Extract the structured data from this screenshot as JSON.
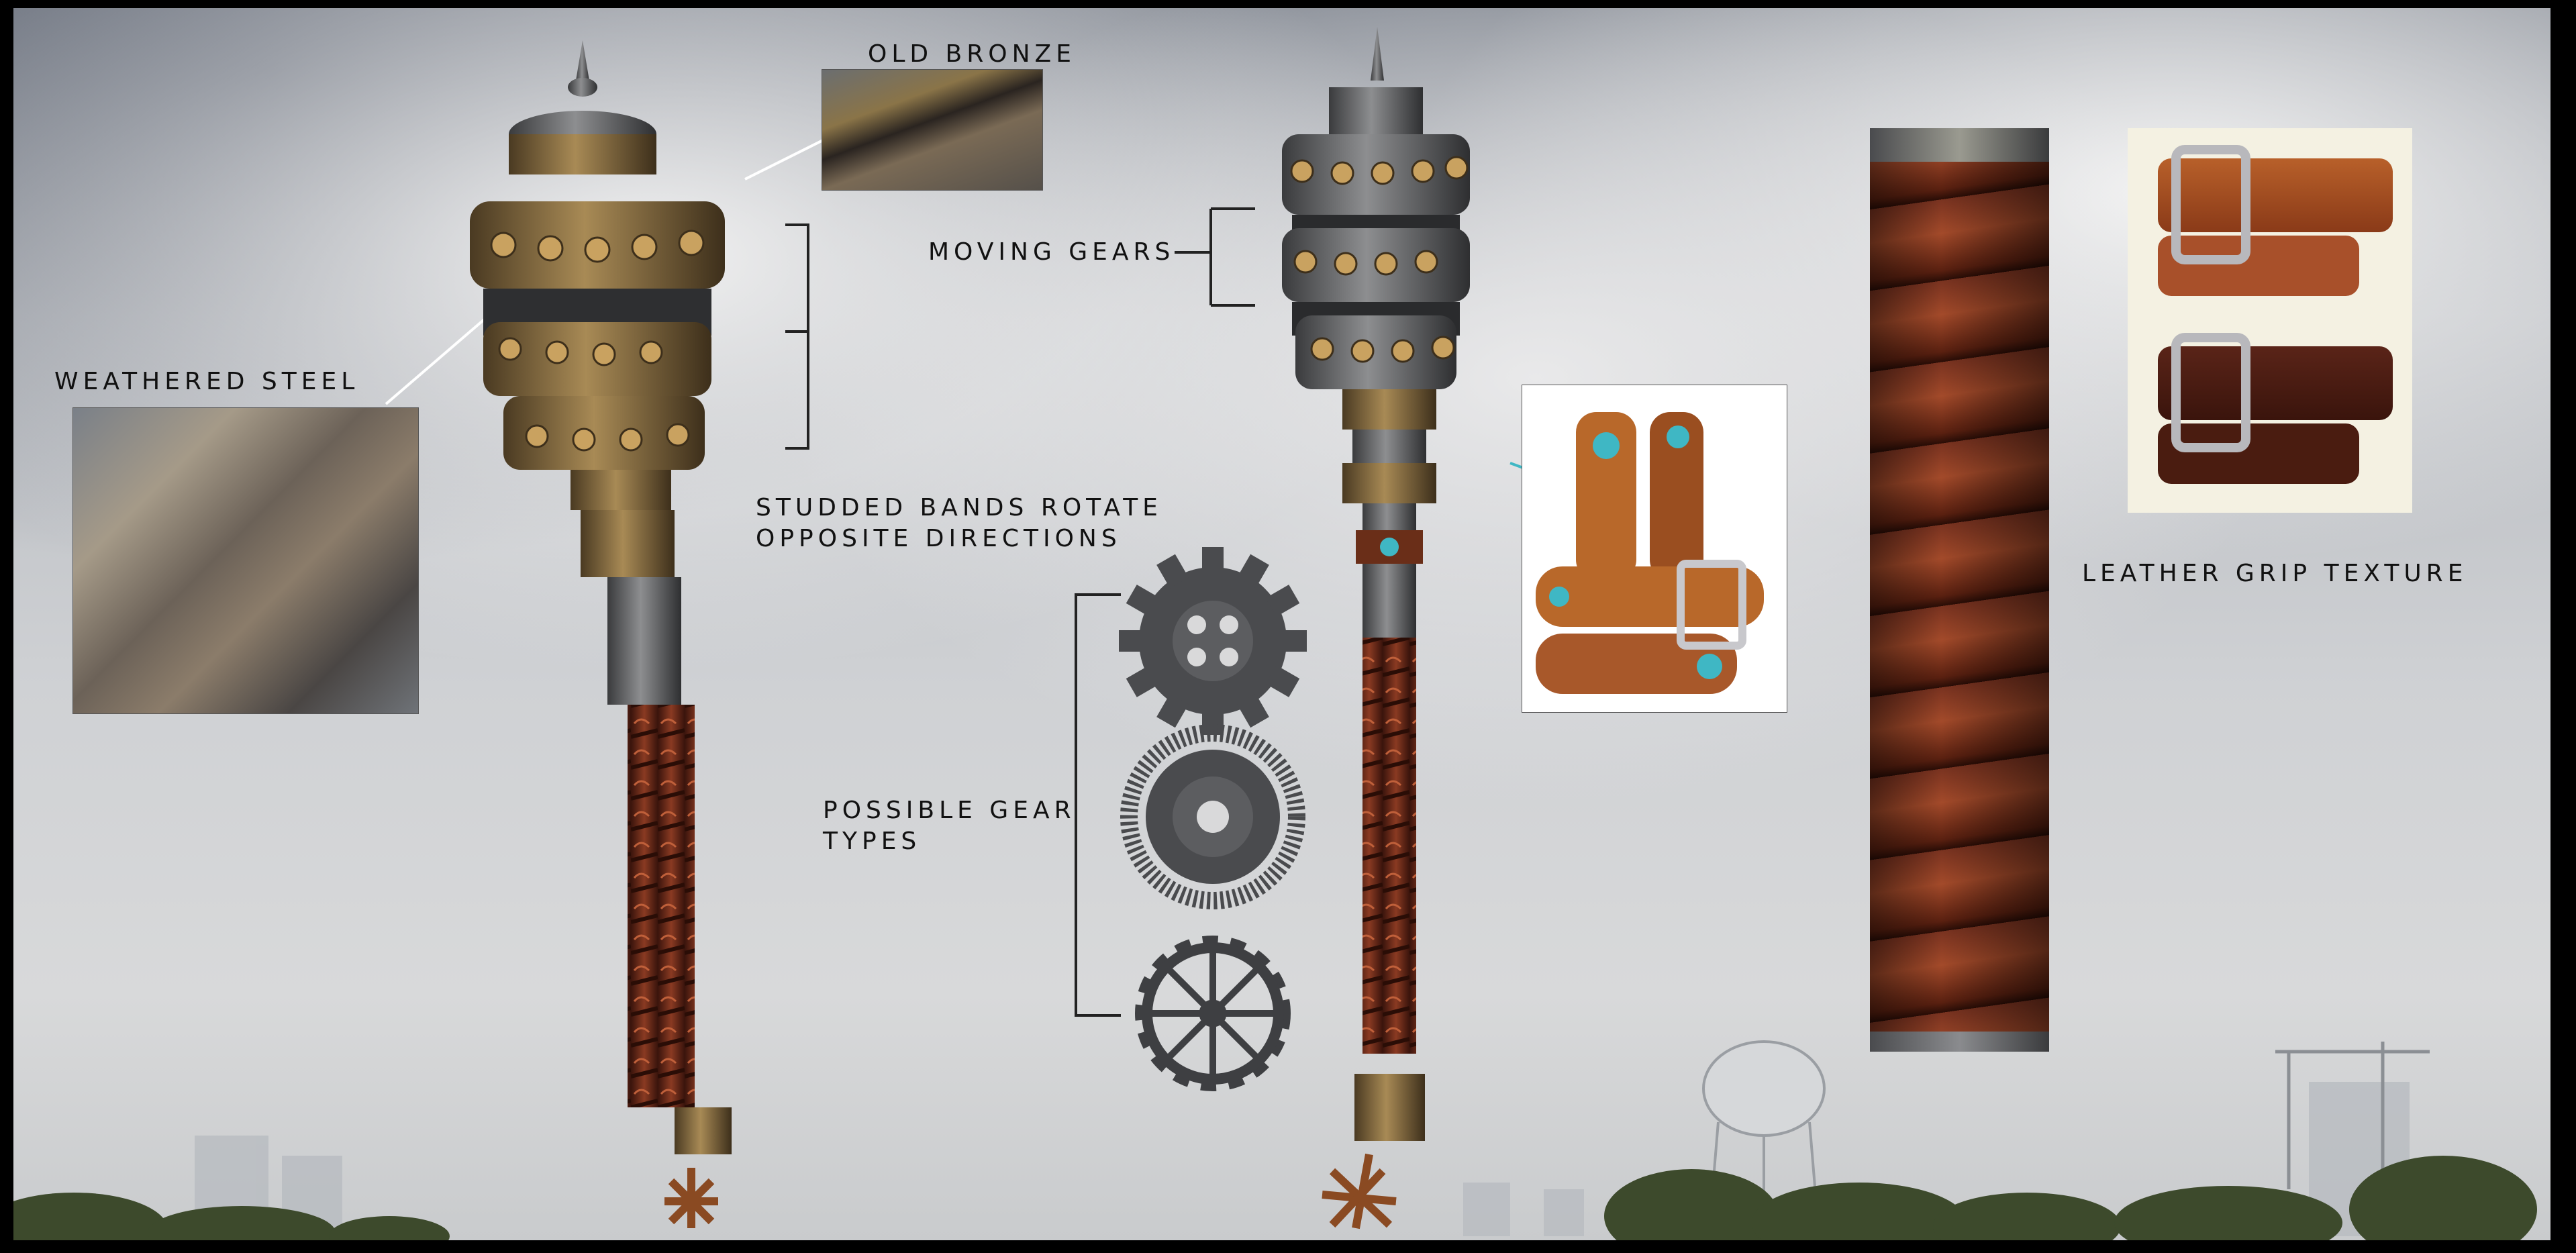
{
  "labels": {
    "old_bronze": "OLD BRONZE",
    "weathered_steel": "WEATHERED STEEL",
    "moving_gears": "MOVING GEARS",
    "studded_bands_line1": "STUDDED BANDS ROTATE",
    "studded_bands_line2": "OPPOSITE DIRECTIONS",
    "possible_gear_line1": "POSSIBLE GEAR",
    "possible_gear_line2": "TYPES",
    "leather_grip": "LEATHER GRIP TEXTURE"
  },
  "colors": {
    "bronze": "#8a6a3a",
    "steel": "#5a5c60",
    "leather": "#7a3320",
    "turquoise": "#3fb7c4",
    "text": "#111111"
  }
}
